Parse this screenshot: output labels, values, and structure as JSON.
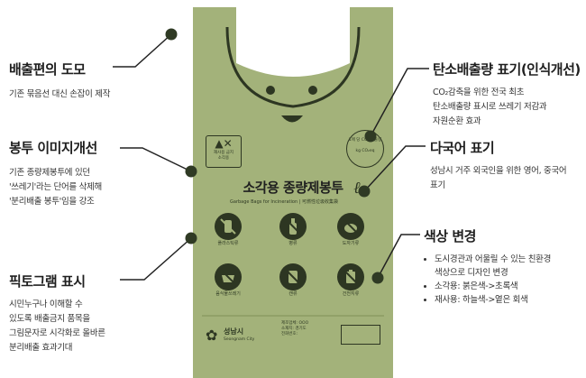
{
  "colors": {
    "bag": "#a3b27a",
    "bag_dark": "#8d9e62",
    "ink": "#2d3622",
    "accent": "#1f1f1f"
  },
  "left": {
    "handle": {
      "title": "배출편의 도모",
      "desc": [
        "기존 묶음선 대신 손잡이 제작"
      ]
    },
    "image": {
      "title": "봉투 이미지개선",
      "desc": [
        "기존 종량제봉투에 있던",
        "'쓰레기'라는 단어를 삭제해",
        "'분리배출 봉투'임을 강조"
      ]
    },
    "pictogram": {
      "title": "픽토그램 표시",
      "desc": [
        "시민누구나 이해할 수",
        "있도록  배출금지 품목을",
        "그림문자로 시각화로 올바른",
        "분리배출 효과기대"
      ]
    }
  },
  "right": {
    "carbon": {
      "title": "탄소배출량 표기(인식개선)",
      "desc": [
        "CO₂감축을 위한 전국 최초",
        "탄소배출량 표시로 쓰레기 저감과",
        "자원순환 효과"
      ]
    },
    "multilang": {
      "title": "다국어 표기",
      "desc": [
        "성남시 거주 외국인을 위한 영어, 중국어",
        "표기"
      ]
    },
    "color": {
      "title": "색상 변경",
      "bullets": [
        "도시경관과 어울릴 수 있는 친환경",
        "색상으로 디자인 변경",
        "소각용: 붉은색->초록색",
        "재사용: 하늘색->옅은 회색"
      ]
    }
  },
  "bag": {
    "title": "소각용 종량제봉투",
    "subtitle": "Garbage Bags for Incineration | 可燃性垃圾收集袋",
    "size_mark": "ℓ",
    "left_badge": [
      "재사용 금지",
      "소각용"
    ],
    "right_badge": [
      "1매 당 CO₂ 배출량",
      "kg CO₂eq"
    ],
    "icons": [
      {
        "name": "plastic",
        "label": "플라스틱류"
      },
      {
        "name": "bottle",
        "label": "병류"
      },
      {
        "name": "pottery",
        "label": "도자기류"
      },
      {
        "name": "food",
        "label": "음식물쓰레기"
      },
      {
        "name": "can",
        "label": "캔류"
      },
      {
        "name": "battery",
        "label": "건전지류"
      }
    ],
    "logo_text": "성남시",
    "logo_sub": "Seongnam City",
    "fine_print": [
      "제조업체: OOO",
      "소재지: 경기도",
      "전화번호:"
    ]
  }
}
